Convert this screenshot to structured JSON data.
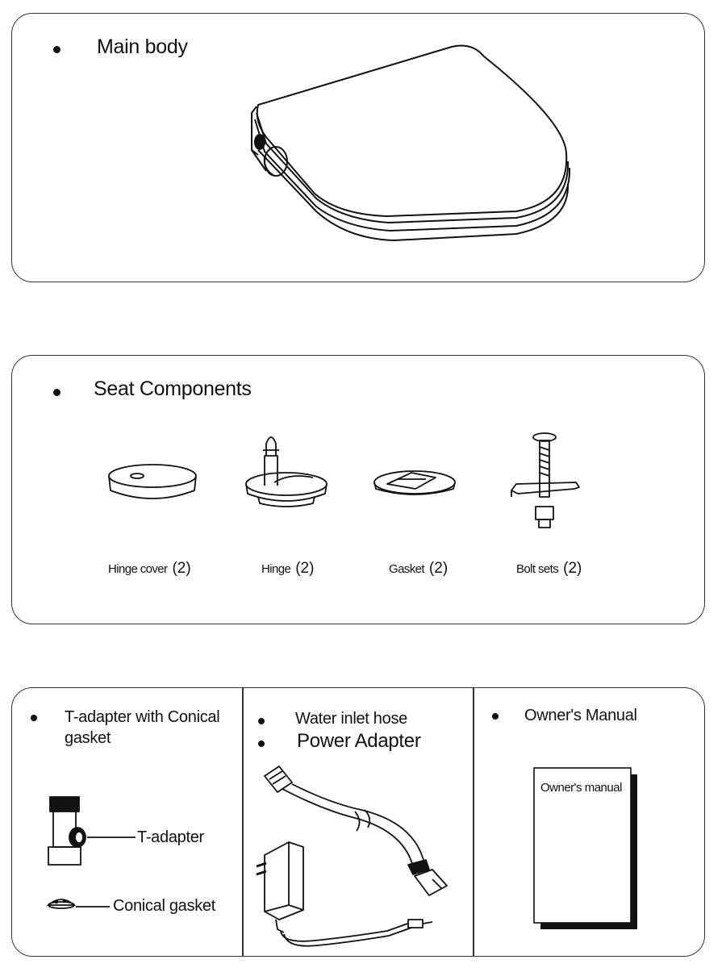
{
  "main_body": {
    "title": "Main body"
  },
  "seat_components": {
    "title": "Seat Components",
    "items": [
      {
        "name": "Hinge cover",
        "count": "(2)",
        "icon": "hinge-cover-icon"
      },
      {
        "name": "Hinge",
        "count": "(2)",
        "icon": "hinge-icon"
      },
      {
        "name": "Gasket",
        "count": "(2)",
        "icon": "gasket-icon"
      },
      {
        "name": "Bolt sets",
        "count": "(2)",
        "icon": "bolt-set-icon"
      }
    ]
  },
  "accessories": {
    "t_adapter": {
      "title_line1": "T-adapter with Conical",
      "title_line2": "gasket",
      "callout_adapter": "T-adapter",
      "callout_gasket": "Conical gasket"
    },
    "hose_power": {
      "hose_title": "Water inlet hose",
      "power_title": "Power Adapter"
    },
    "manual": {
      "title": "Owner's Manual",
      "book_label": "Owner's manual"
    }
  }
}
